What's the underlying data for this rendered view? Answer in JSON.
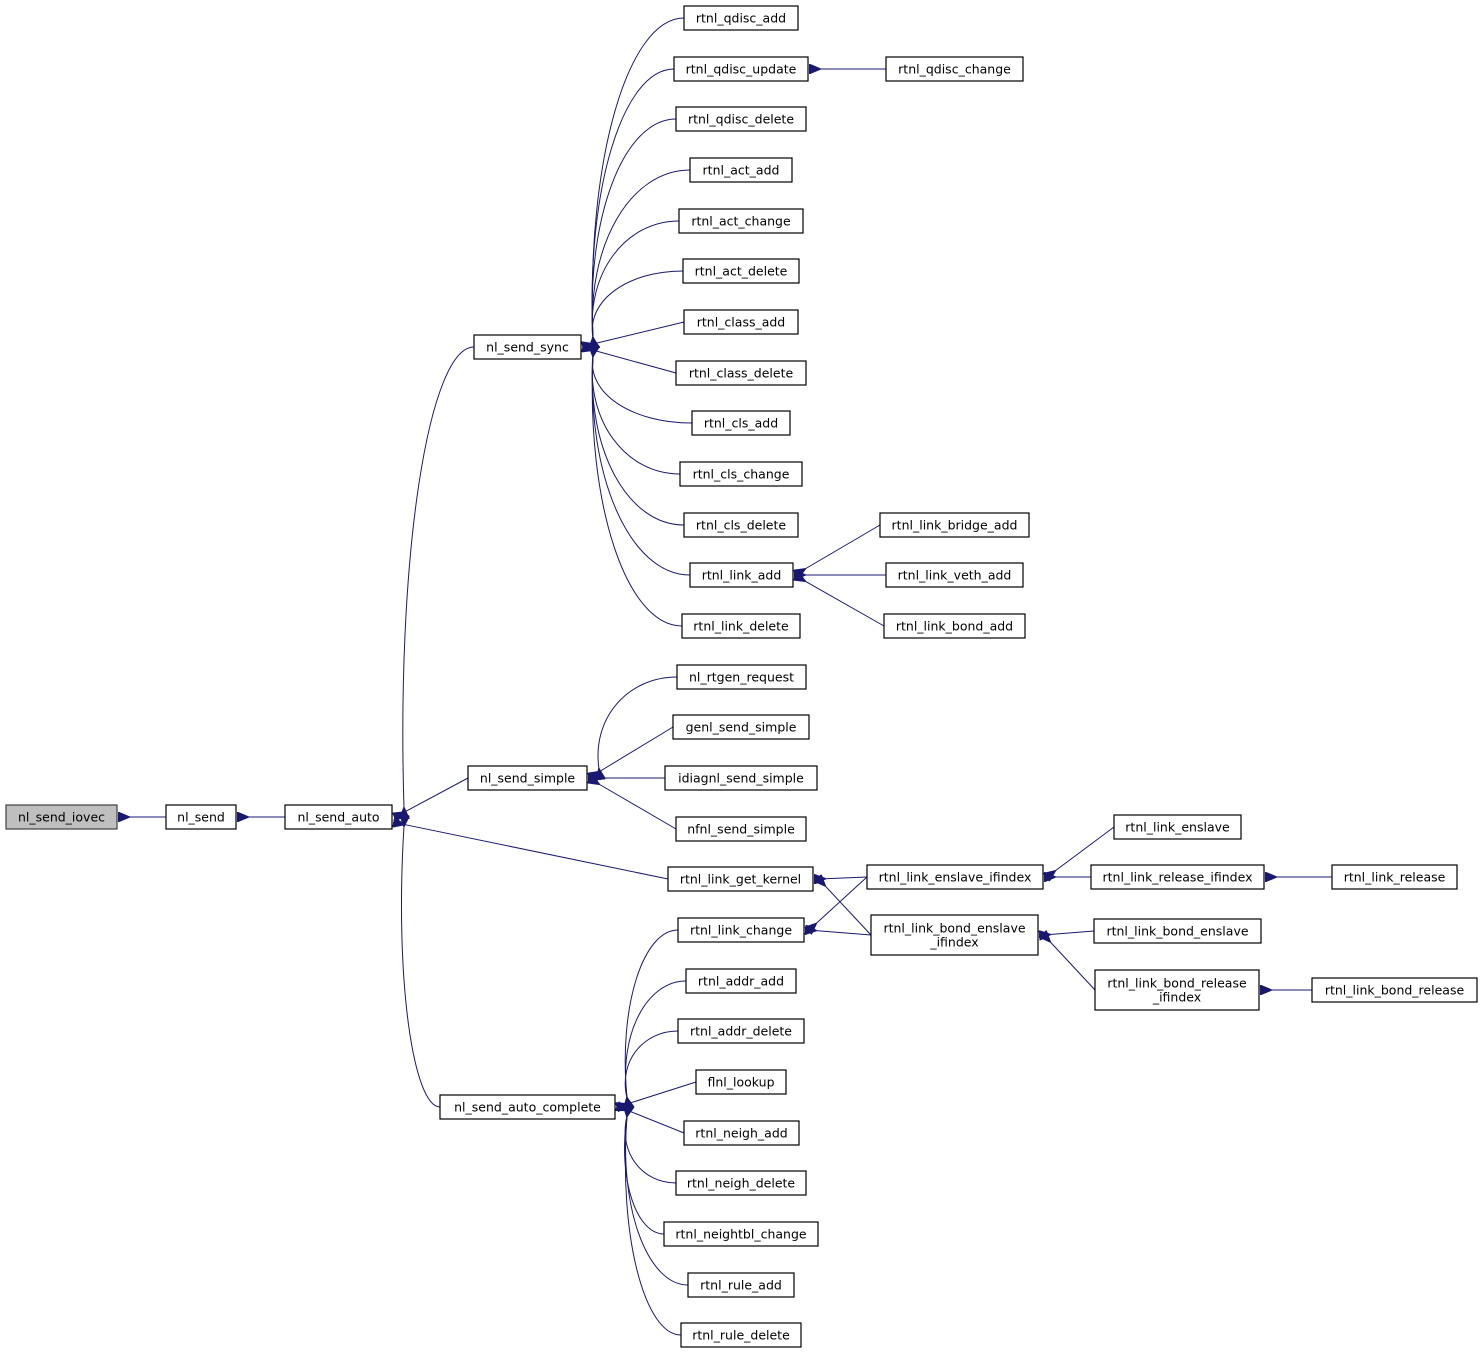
{
  "graph": {
    "title": "",
    "edge_color": "#191970",
    "root_fill": "#bfbfbf",
    "nodes": [
      {
        "id": "nl_send_iovec",
        "label": "nl_send_iovec",
        "root": true
      },
      {
        "id": "nl_send",
        "label": "nl_send"
      },
      {
        "id": "nl_send_auto",
        "label": "nl_send_auto"
      },
      {
        "id": "nl_send_sync",
        "label": "nl_send_sync"
      },
      {
        "id": "nl_send_simple",
        "label": "nl_send_simple"
      },
      {
        "id": "rtnl_link_get_kernel",
        "label": "rtnl_link_get_kernel"
      },
      {
        "id": "nl_send_auto_complete",
        "label": "nl_send_auto_complete"
      },
      {
        "id": "rtnl_qdisc_add",
        "label": "rtnl_qdisc_add"
      },
      {
        "id": "rtnl_qdisc_update",
        "label": "rtnl_qdisc_update"
      },
      {
        "id": "rtnl_qdisc_change",
        "label": "rtnl_qdisc_change"
      },
      {
        "id": "rtnl_qdisc_delete",
        "label": "rtnl_qdisc_delete"
      },
      {
        "id": "rtnl_act_add",
        "label": "rtnl_act_add"
      },
      {
        "id": "rtnl_act_change",
        "label": "rtnl_act_change"
      },
      {
        "id": "rtnl_act_delete",
        "label": "rtnl_act_delete"
      },
      {
        "id": "rtnl_class_add",
        "label": "rtnl_class_add"
      },
      {
        "id": "rtnl_class_delete",
        "label": "rtnl_class_delete"
      },
      {
        "id": "rtnl_cls_add",
        "label": "rtnl_cls_add"
      },
      {
        "id": "rtnl_cls_change",
        "label": "rtnl_cls_change"
      },
      {
        "id": "rtnl_cls_delete",
        "label": "rtnl_cls_delete"
      },
      {
        "id": "rtnl_link_add",
        "label": "rtnl_link_add"
      },
      {
        "id": "rtnl_link_bridge_add",
        "label": "rtnl_link_bridge_add"
      },
      {
        "id": "rtnl_link_veth_add",
        "label": "rtnl_link_veth_add"
      },
      {
        "id": "rtnl_link_bond_add",
        "label": "rtnl_link_bond_add"
      },
      {
        "id": "rtnl_link_delete",
        "label": "rtnl_link_delete"
      },
      {
        "id": "nl_rtgen_request",
        "label": "nl_rtgen_request"
      },
      {
        "id": "genl_send_simple",
        "label": "genl_send_simple"
      },
      {
        "id": "idiagnl_send_simple",
        "label": "idiagnl_send_simple"
      },
      {
        "id": "nfnl_send_simple",
        "label": "nfnl_send_simple"
      },
      {
        "id": "rtnl_link_enslave_ifindex",
        "label": "rtnl_link_enslave_ifindex"
      },
      {
        "id": "rtnl_link_enslave",
        "label": "rtnl_link_enslave"
      },
      {
        "id": "rtnl_link_release_ifindex",
        "label": "rtnl_link_release_ifindex"
      },
      {
        "id": "rtnl_link_release",
        "label": "rtnl_link_release"
      },
      {
        "id": "rtnl_link_bond_enslave_ifindex",
        "label": "rtnl_link_bond_enslave\n_ifindex"
      },
      {
        "id": "rtnl_link_bond_enslave",
        "label": "rtnl_link_bond_enslave"
      },
      {
        "id": "rtnl_link_bond_release_ifindex",
        "label": "rtnl_link_bond_release\n_ifindex"
      },
      {
        "id": "rtnl_link_bond_release",
        "label": "rtnl_link_bond_release"
      },
      {
        "id": "rtnl_link_change",
        "label": "rtnl_link_change"
      },
      {
        "id": "rtnl_addr_add",
        "label": "rtnl_addr_add"
      },
      {
        "id": "rtnl_addr_delete",
        "label": "rtnl_addr_delete"
      },
      {
        "id": "flnl_lookup",
        "label": "flnl_lookup"
      },
      {
        "id": "rtnl_neigh_add",
        "label": "rtnl_neigh_add"
      },
      {
        "id": "rtnl_neigh_delete",
        "label": "rtnl_neigh_delete"
      },
      {
        "id": "rtnl_neightbl_change",
        "label": "rtnl_neightbl_change"
      },
      {
        "id": "rtnl_rule_add",
        "label": "rtnl_rule_add"
      },
      {
        "id": "rtnl_rule_delete",
        "label": "rtnl_rule_delete"
      }
    ],
    "edges": [
      [
        "nl_send",
        "nl_send_iovec"
      ],
      [
        "nl_send_auto",
        "nl_send"
      ],
      [
        "nl_send_sync",
        "nl_send_auto"
      ],
      [
        "nl_send_simple",
        "nl_send_auto"
      ],
      [
        "rtnl_link_get_kernel",
        "nl_send_auto"
      ],
      [
        "nl_send_auto_complete",
        "nl_send_auto"
      ],
      [
        "rtnl_qdisc_add",
        "nl_send_sync"
      ],
      [
        "rtnl_qdisc_update",
        "nl_send_sync"
      ],
      [
        "rtnl_qdisc_delete",
        "nl_send_sync"
      ],
      [
        "rtnl_act_add",
        "nl_send_sync"
      ],
      [
        "rtnl_act_change",
        "nl_send_sync"
      ],
      [
        "rtnl_act_delete",
        "nl_send_sync"
      ],
      [
        "rtnl_class_add",
        "nl_send_sync"
      ],
      [
        "rtnl_class_delete",
        "nl_send_sync"
      ],
      [
        "rtnl_cls_add",
        "nl_send_sync"
      ],
      [
        "rtnl_cls_change",
        "nl_send_sync"
      ],
      [
        "rtnl_cls_delete",
        "nl_send_sync"
      ],
      [
        "rtnl_link_add",
        "nl_send_sync"
      ],
      [
        "rtnl_link_delete",
        "nl_send_sync"
      ],
      [
        "rtnl_qdisc_change",
        "rtnl_qdisc_update"
      ],
      [
        "rtnl_link_bridge_add",
        "rtnl_link_add"
      ],
      [
        "rtnl_link_veth_add",
        "rtnl_link_add"
      ],
      [
        "rtnl_link_bond_add",
        "rtnl_link_add"
      ],
      [
        "nl_rtgen_request",
        "nl_send_simple"
      ],
      [
        "genl_send_simple",
        "nl_send_simple"
      ],
      [
        "idiagnl_send_simple",
        "nl_send_simple"
      ],
      [
        "nfnl_send_simple",
        "nl_send_simple"
      ],
      [
        "rtnl_link_enslave_ifindex",
        "rtnl_link_get_kernel"
      ],
      [
        "rtnl_link_bond_enslave_ifindex",
        "rtnl_link_get_kernel"
      ],
      [
        "rtnl_link_enslave",
        "rtnl_link_enslave_ifindex"
      ],
      [
        "rtnl_link_release_ifindex",
        "rtnl_link_enslave_ifindex"
      ],
      [
        "rtnl_link_release",
        "rtnl_link_release_ifindex"
      ],
      [
        "rtnl_link_bond_enslave",
        "rtnl_link_bond_enslave_ifindex"
      ],
      [
        "rtnl_link_bond_release_ifindex",
        "rtnl_link_bond_enslave_ifindex"
      ],
      [
        "rtnl_link_bond_release",
        "rtnl_link_bond_release_ifindex"
      ],
      [
        "rtnl_link_enslave_ifindex",
        "rtnl_link_change"
      ],
      [
        "rtnl_link_bond_enslave_ifindex",
        "rtnl_link_change"
      ],
      [
        "rtnl_link_change",
        "nl_send_auto_complete"
      ],
      [
        "rtnl_addr_add",
        "nl_send_auto_complete"
      ],
      [
        "rtnl_addr_delete",
        "nl_send_auto_complete"
      ],
      [
        "flnl_lookup",
        "nl_send_auto_complete"
      ],
      [
        "rtnl_neigh_add",
        "nl_send_auto_complete"
      ],
      [
        "rtnl_neigh_delete",
        "nl_send_auto_complete"
      ],
      [
        "rtnl_neightbl_change",
        "nl_send_auto_complete"
      ],
      [
        "rtnl_rule_add",
        "nl_send_auto_complete"
      ],
      [
        "rtnl_rule_delete",
        "nl_send_auto_complete"
      ]
    ]
  }
}
